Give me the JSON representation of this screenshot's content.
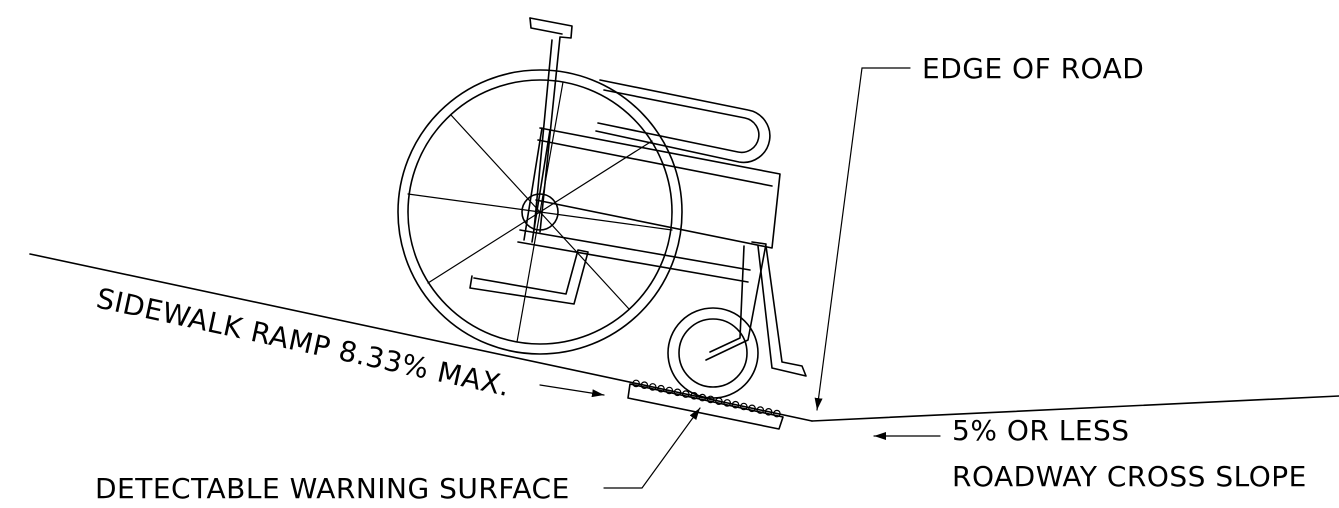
{
  "labels": {
    "edge_of_road": "EDGE OF ROAD",
    "sidewalk_ramp": "SIDEWALK RAMP 8.33% MAX.",
    "detectable_warning": "DETECTABLE WARNING SURFACE",
    "cross_slope_line1": "5% OR LESS",
    "cross_slope_line2": "ROADWAY CROSS SLOPE"
  }
}
